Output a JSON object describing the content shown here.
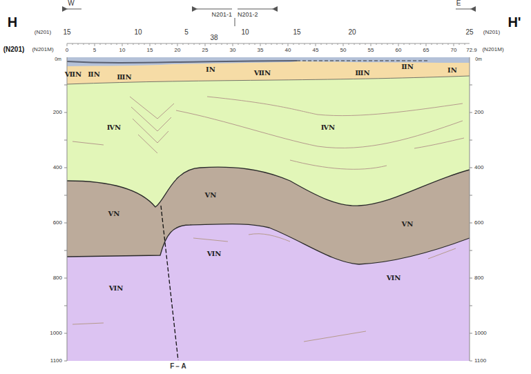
{
  "diagram": {
    "labels": [
      "W",
      "E",
      "N201-1",
      "N201-2",
      "H",
      "H'",
      "(N201)",
      "(N201)",
      "(N201)",
      "(N201M)",
      "(N201M)",
      "15",
      "10",
      "5",
      "38",
      "10",
      "15",
      "20",
      "25",
      "0",
      "5",
      "10",
      "15",
      "20",
      "25",
      "30",
      "35",
      "40",
      "45",
      "50",
      "55",
      "60",
      "65",
      "70",
      "72.9",
      "0m",
      "0m",
      "200",
      "400",
      "600",
      "800",
      "1000",
      "1100",
      "200",
      "400",
      "600",
      "800",
      "1000",
      "1100",
      "ⅦN",
      "ⅡN",
      "ⅢN",
      "ⅠN",
      "ⅦN",
      "ⅢN",
      "ⅡN",
      "ⅠN",
      "ⅣN",
      "ⅣN",
      "ⅤN",
      "ⅤN",
      "ⅤN",
      "ⅥN",
      "ⅥN",
      "ⅥN",
      "F－A"
    ]
  }
}
